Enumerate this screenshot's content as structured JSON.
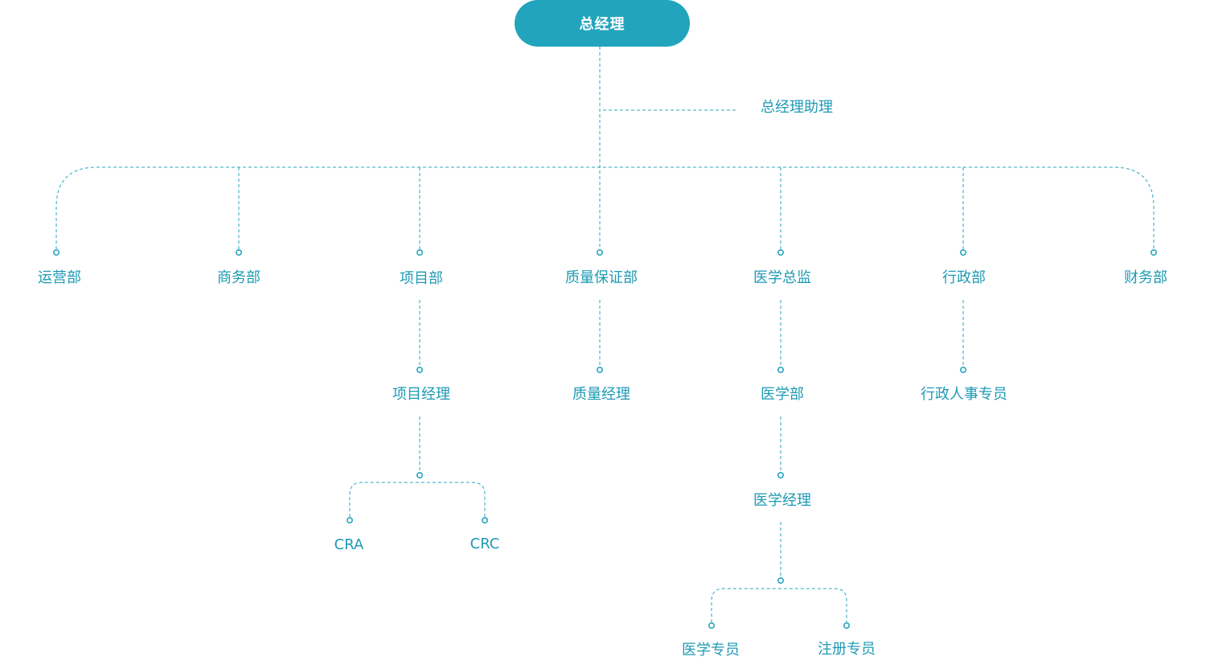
{
  "colors": {
    "accent": "#22a4bd",
    "text": "#1e9ab4",
    "line": "#2ba6c0"
  },
  "root": {
    "label": "总经理"
  },
  "assistant": {
    "label": "总经理助理"
  },
  "departments": [
    {
      "label": "运营部"
    },
    {
      "label": "商务部"
    },
    {
      "label": "项目部",
      "children": [
        {
          "label": "项目经理",
          "children": [
            {
              "label": "CRA"
            },
            {
              "label": "CRC"
            }
          ]
        }
      ]
    },
    {
      "label": "质量保证部",
      "children": [
        {
          "label": "质量经理"
        }
      ]
    },
    {
      "label": "医学总监",
      "children": [
        {
          "label": "医学部",
          "children": [
            {
              "label": "医学经理",
              "children": [
                {
                  "label": "医学专员"
                },
                {
                  "label": "注册专员"
                }
              ]
            }
          ]
        }
      ]
    },
    {
      "label": "行政部",
      "children": [
        {
          "label": "行政人事专员"
        }
      ]
    },
    {
      "label": "财务部"
    }
  ]
}
